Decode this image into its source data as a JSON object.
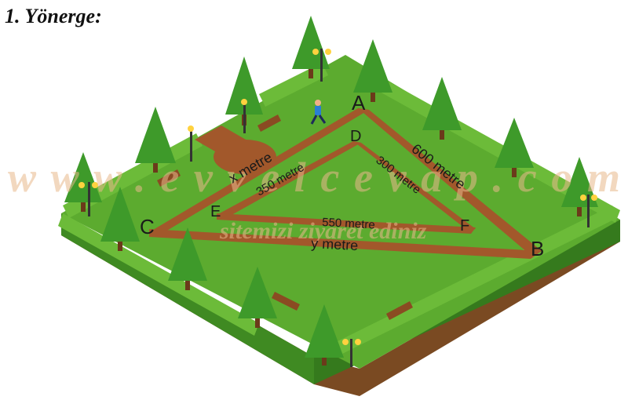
{
  "title": "1. Yönerge:",
  "points": {
    "A": "A",
    "B": "B",
    "C": "C",
    "D": "D",
    "E": "E",
    "F": "F"
  },
  "segments": {
    "AC": "x metre",
    "AB": "600 metre",
    "DE": "350 metre",
    "DF": "300 metre",
    "EF": "550 metre",
    "CB": "y metre"
  },
  "watermark": {
    "line1": "www.evvelcevap.com",
    "line2": "sitemizi ziyaret ediniz"
  },
  "colors": {
    "grass": "#5cab2f",
    "grass_dark": "#3f8a22",
    "path": "#a2582b",
    "hedge": "#6cbb39",
    "soil": "#7a4a22"
  }
}
